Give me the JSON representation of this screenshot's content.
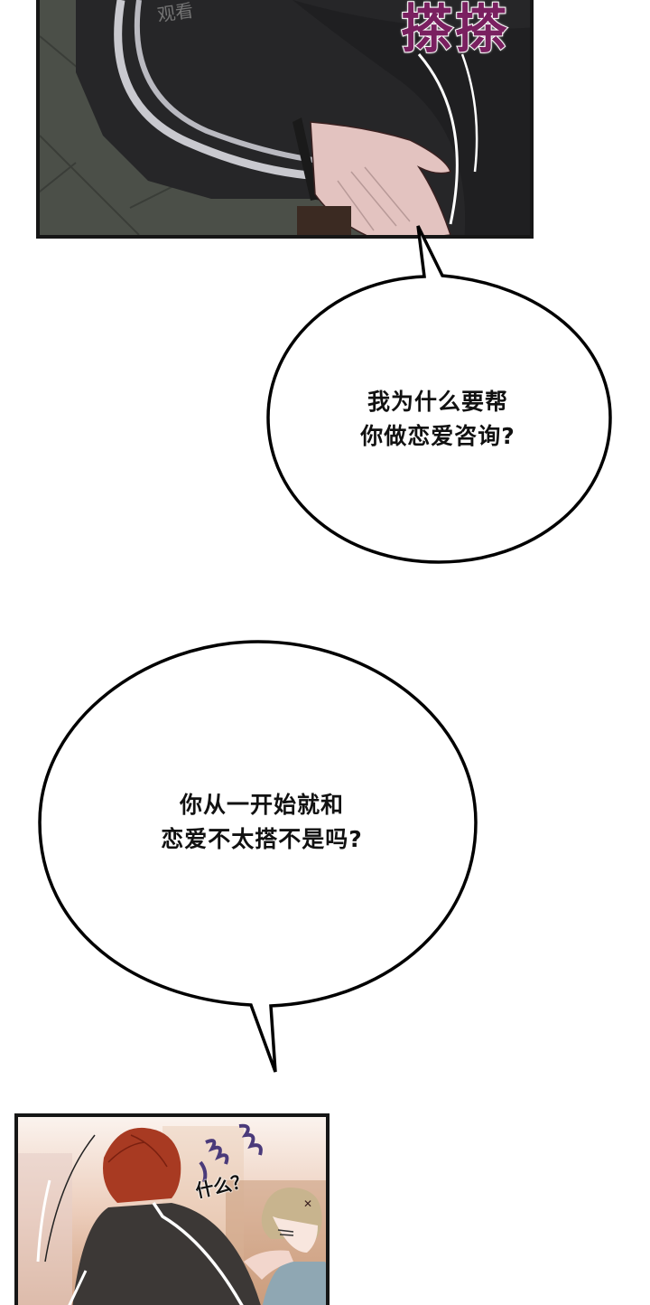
{
  "panels": [
    {
      "id": "panel-1",
      "description": "Close-up of dark tracksuit sleeve with white stripes, hand resting on body, tiled floor background",
      "sfx": "搽搽",
      "sfx_color": "#7a2060",
      "watermark": "观看"
    },
    {
      "id": "panel-2",
      "description": "Red-haired character in dark tracksuit seen from behind, blonde character with annoyed mark holding chin",
      "sfx": "什么？",
      "sfx_squiggle_color": "#4a3a7a"
    }
  ],
  "bubbles": [
    {
      "id": "bubble-1",
      "lines": [
        "我为什么要帮",
        "你做恋爱咨询?"
      ],
      "text": "我为什么要帮\n你做恋爱咨询?"
    },
    {
      "id": "bubble-2",
      "lines": [
        "你从一开始就和",
        "恋爱不太搭不是吗?"
      ],
      "text": "你从一开始就和\n恋爱不太搭不是吗?"
    }
  ],
  "colors": {
    "panel_border": "#161616",
    "bubble_stroke": "#000000",
    "bubble_fill": "#ffffff",
    "page_bg": "#ffffff"
  }
}
